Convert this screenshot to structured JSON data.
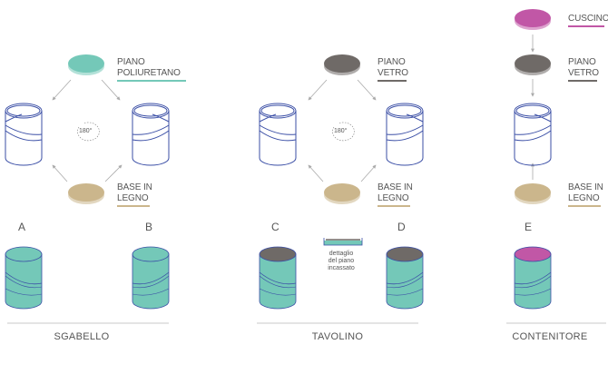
{
  "colors": {
    "teal": "#74c8b8",
    "tan": "#cbb68c",
    "gray": "#6f6a67",
    "pink": "#c157a6",
    "outline": "#3b4fa6",
    "rule": "#c8c8c8",
    "arrow": "#aaaaaa",
    "text": "#555555"
  },
  "sgabello": {
    "piano_line1": "PIANO",
    "piano_line2": "POLIURETANO",
    "base_line1": "BASE IN",
    "base_line2": "LEGNO",
    "rotation": "180°",
    "letter_a": "A",
    "letter_b": "B",
    "title": "SGABELLO"
  },
  "tavolino": {
    "piano_line1": "PIANO",
    "piano_line2": "VETRO",
    "base_line1": "BASE IN",
    "base_line2": "LEGNO",
    "rotation": "180°",
    "letter_c": "C",
    "letter_d": "D",
    "detail_line1": "dettaglio",
    "detail_line2": "del piano",
    "detail_line3": "incassato",
    "title": "TAVOLINO"
  },
  "contenitore": {
    "cuscino": "CUSCINO",
    "piano_line1": "PIANO",
    "piano_line2": "VETRO",
    "base_line1": "BASE IN",
    "base_line2": "LEGNO",
    "letter_e": "E",
    "title": "CONTENITORE"
  }
}
